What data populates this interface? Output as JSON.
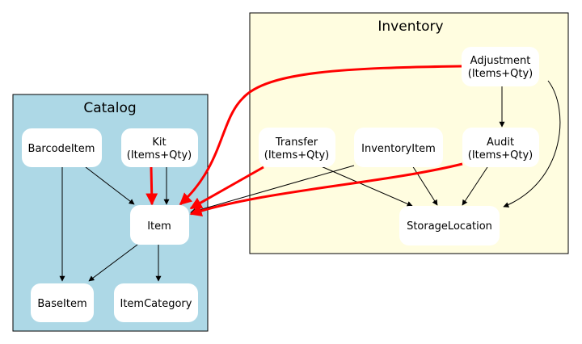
{
  "clusters": {
    "catalog": {
      "label": "Catalog",
      "fill": "#add8e6"
    },
    "inventory": {
      "label": "Inventory",
      "fill": "#fffde0"
    }
  },
  "nodes": {
    "barcode_item": {
      "lines": [
        "BarcodeItem"
      ]
    },
    "kit": {
      "lines": [
        "Kit",
        "(Items+Qty)"
      ]
    },
    "item": {
      "lines": [
        "Item"
      ]
    },
    "base_item": {
      "lines": [
        "BaseItem"
      ]
    },
    "item_category": {
      "lines": [
        "ItemCategory"
      ]
    },
    "adjustment": {
      "lines": [
        "Adjustment",
        "(Items+Qty)"
      ]
    },
    "transfer": {
      "lines": [
        "Transfer",
        "(Items+Qty)"
      ]
    },
    "inventory_item": {
      "lines": [
        "InventoryItem"
      ]
    },
    "audit": {
      "lines": [
        "Audit",
        "(Items+Qty)"
      ]
    },
    "storage_location": {
      "lines": [
        "StorageLocation"
      ]
    }
  },
  "edges": [
    {
      "from": "barcode_item",
      "to": "item",
      "highlight": false
    },
    {
      "from": "barcode_item",
      "to": "base_item",
      "highlight": false
    },
    {
      "from": "kit",
      "to": "item",
      "highlight": true
    },
    {
      "from": "kit",
      "to": "item",
      "highlight": false
    },
    {
      "from": "item",
      "to": "base_item",
      "highlight": false
    },
    {
      "from": "item",
      "to": "item_category",
      "highlight": false
    },
    {
      "from": "adjustment",
      "to": "item",
      "highlight": true
    },
    {
      "from": "adjustment",
      "to": "audit",
      "highlight": false
    },
    {
      "from": "adjustment",
      "to": "storage_location",
      "highlight": false
    },
    {
      "from": "transfer",
      "to": "item",
      "highlight": true
    },
    {
      "from": "transfer",
      "to": "storage_location",
      "highlight": false
    },
    {
      "from": "inventory_item",
      "to": "item",
      "highlight": false
    },
    {
      "from": "inventory_item",
      "to": "storage_location",
      "highlight": false
    },
    {
      "from": "audit",
      "to": "item",
      "highlight": true
    },
    {
      "from": "audit",
      "to": "storage_location",
      "highlight": false
    }
  ],
  "colors": {
    "highlight_edge": "#ff0000",
    "normal_edge": "#000000",
    "node_fill": "#ffffff"
  }
}
